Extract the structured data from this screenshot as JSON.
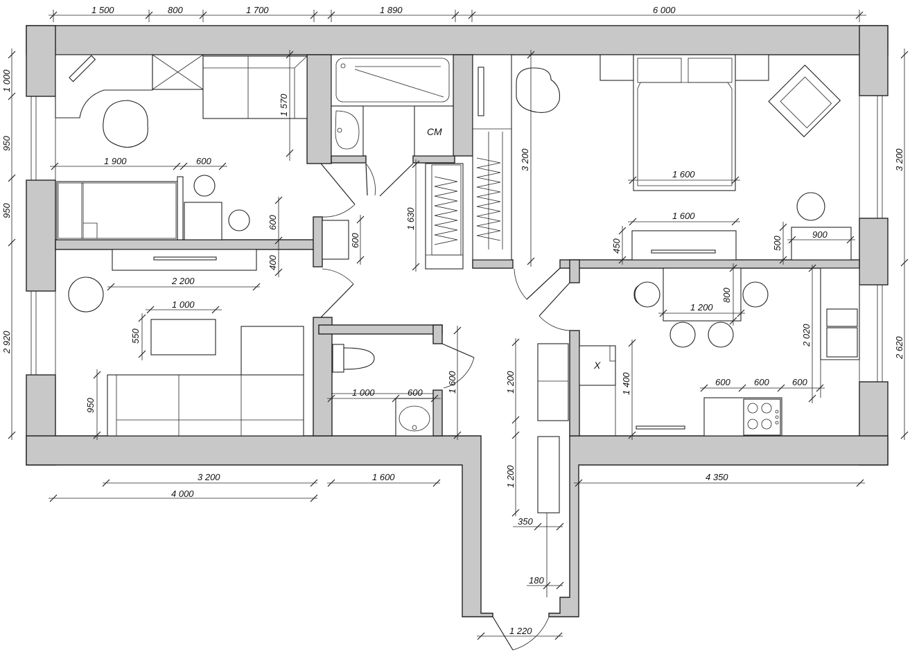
{
  "plan": {
    "labels": {
      "washer": "СМ",
      "fridge": "X"
    },
    "dimensions": {
      "top_d1": "1 500",
      "top_d2": "800",
      "top_d3": "1 700",
      "top_d4": "1 890",
      "top_d5": "6 000",
      "left_d1": "1 000",
      "left_d2": "950",
      "left_d3": "950",
      "left_d4": "2 920",
      "right_d1": "3 200",
      "right_d2": "2 620",
      "bottom_d1": "3 200",
      "bottom_d2": "4 000",
      "bottom_d3": "1 600",
      "bottom_d4": "4 350",
      "corridor_d1": "1 200",
      "corridor_d2": "1 200",
      "corridor_d3": "350",
      "corridor_d4": "180",
      "entry_d": "1 220",
      "bedroom2_d1": "1 570",
      "bedroom2_d2": "1 900",
      "bedroom2_d3": "600",
      "bedroom2_d4": "600",
      "bedroom2_d5": "600",
      "bedroom2_d6": "400",
      "living_d1": "2 200",
      "living_d2": "1 000",
      "living_d3": "550",
      "living_d4": "950",
      "hall_d1": "1 630",
      "bedroom_d1": "3 200",
      "bedroom_d2": "1 600",
      "bedroom_d3": "1 600",
      "bedroom_d4": "450",
      "bedroom_d5": "500",
      "bedroom_d6": "900",
      "kitchen_d1": "800",
      "kitchen_d2": "1 200",
      "kitchen_d3": "2 020",
      "kitchen_d4": "1 400",
      "kitchen_d5": "600",
      "kitchen_d6": "600",
      "kitchen_d7": "600",
      "wc_d1": "1 000",
      "wc_d2": "600",
      "wc_d3": "1 600"
    }
  }
}
